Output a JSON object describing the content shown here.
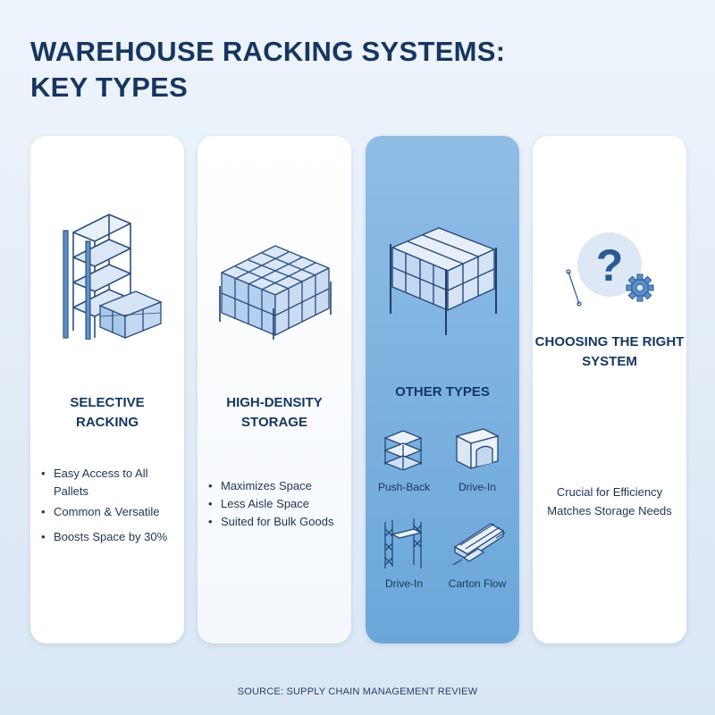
{
  "title": {
    "line1": "WAREHOUSE RACKING SYSTEMS:",
    "line2": "KEY TYPES"
  },
  "cards": [
    {
      "title_lines": [
        "SELECTIVE",
        "RACKING"
      ],
      "icon": "selective-rack-icon",
      "bullets": [
        "Easy Access to All",
        "Pallets",
        "Common & Versatile",
        "Boosts Space by 30%"
      ]
    },
    {
      "title_lines": [
        "HIGH-DENSITY",
        "STORAGE"
      ],
      "icon": "high-density-storage-icon",
      "bullets": [
        "Maximizes Space",
        "Less Aisle Space",
        "Suited for Bulk Goods"
      ]
    },
    {
      "title_lines": [
        "OTHER TYPES"
      ],
      "icon": "other-types-rack-icon",
      "sub_items": [
        {
          "label": "Push-Back",
          "icon": "push-back-icon"
        },
        {
          "label": "Drive-In",
          "icon": "drive-in-icon"
        },
        {
          "label": "Drive-In",
          "icon": "drive-in-rack-icon"
        },
        {
          "label": "Carton Flow",
          "icon": "carton-flow-icon"
        }
      ]
    },
    {
      "title_lines": [
        "CHOOSING THE RIGHT",
        "SYSTEM"
      ],
      "icon": "question-gear-icon",
      "lines": [
        "Crucial for Efficiency",
        "Matches Storage Needs"
      ]
    }
  ],
  "source": "SOURCE: SUPPLY CHAIN MANAGEMENT REVIEW",
  "colors": {
    "navy": "#15365f",
    "accent_blue": "#6aa7d9",
    "light_blue": "#c9ddf2",
    "background": "#e4eef8"
  }
}
